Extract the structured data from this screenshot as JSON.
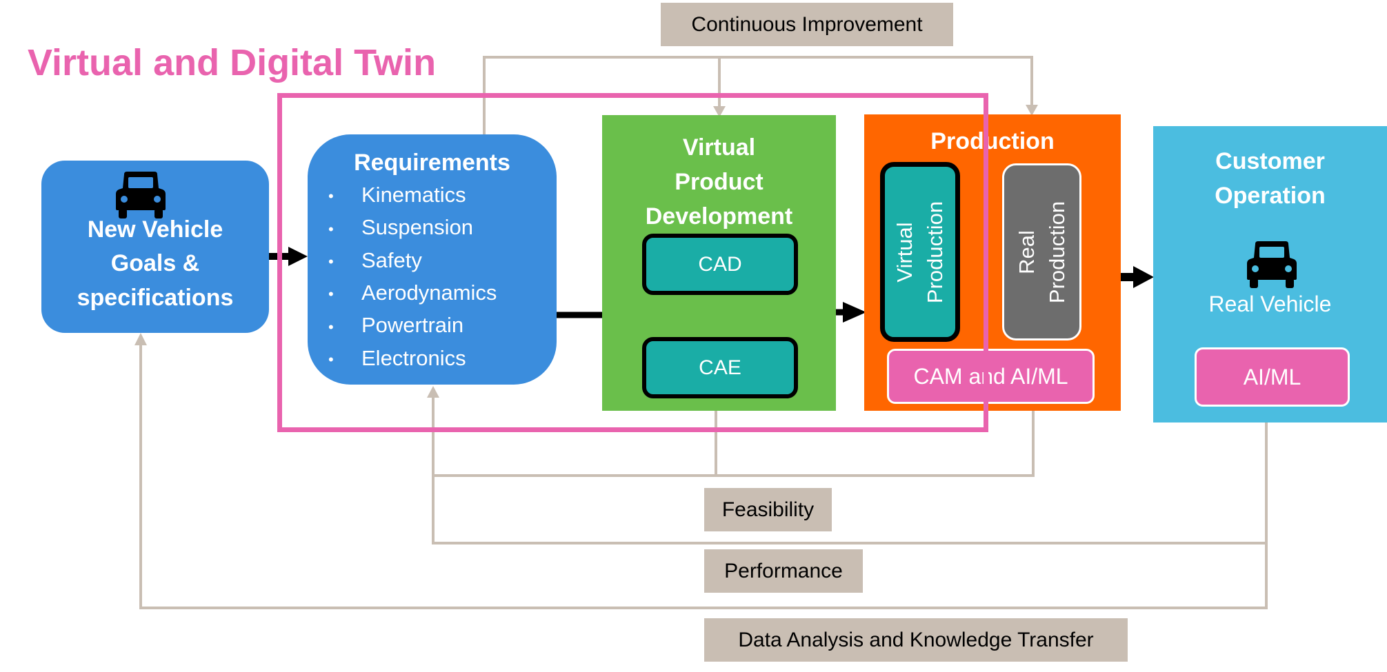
{
  "title": "Virtual and Digital Twin",
  "colors": {
    "title": "#e963ae",
    "blue_box": "#3b8ddd",
    "green_box": "#6abf4b",
    "orange_box": "#ff6600",
    "cyan_box": "#4bbde0",
    "teal": "#1aada6",
    "gray_box": "#6d6d6d",
    "pink": "#e963ae",
    "feedback_line": "#c9beb3",
    "arrow": "#000000"
  },
  "feedback_labels": {
    "continuous_improvement": "Continuous Improvement",
    "feasibility": "Feasibility",
    "performance": "Performance",
    "data_analysis": "Data Analysis and Knowledge Transfer"
  },
  "goals": {
    "icon": "car-icon",
    "lines": [
      "New Vehicle",
      "Goals &",
      "specifications"
    ]
  },
  "requirements": {
    "title": "Requirements",
    "items": [
      "Kinematics",
      "Suspension",
      "Safety",
      "Aerodynamics",
      "Powertrain",
      "Electronics"
    ]
  },
  "virtual_product_development": {
    "title_lines": [
      "Virtual",
      "Product",
      "Development"
    ],
    "cad": "CAD",
    "cae": "CAE"
  },
  "production": {
    "title": "Production",
    "virtual_lines": [
      "Virtual",
      "Production"
    ],
    "real_lines": [
      "Real",
      "Production"
    ],
    "cam": "CAM and AI/ML"
  },
  "customer_operation": {
    "title_lines": [
      "Customer",
      "Operation"
    ],
    "icon": "car-icon",
    "vehicle_label": "Real Vehicle",
    "ai_ml": "AI/ML"
  }
}
